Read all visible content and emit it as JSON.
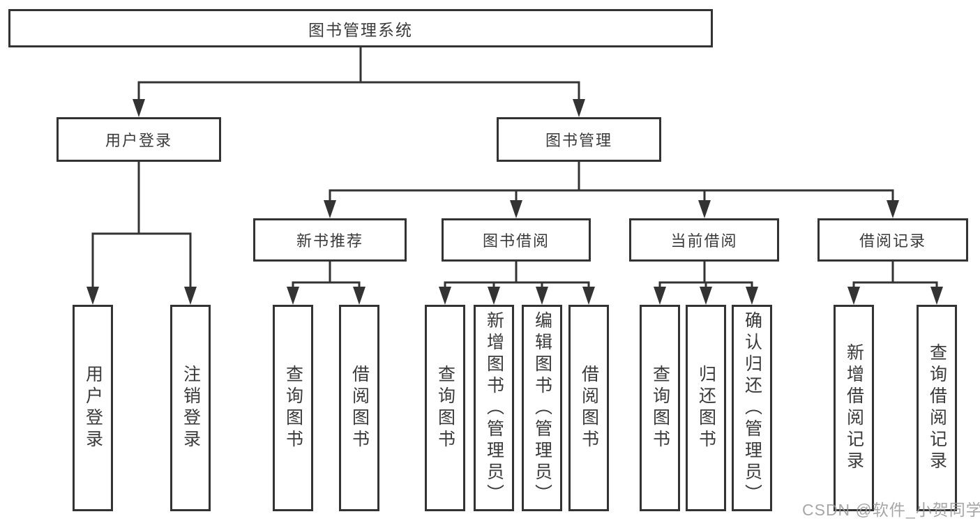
{
  "diagram": {
    "root": "图书管理系统",
    "level2": {
      "user_login": "用户登录",
      "book_mgmt": "图书管理"
    },
    "level3": {
      "new_books": "新书推荐",
      "book_borrow": "图书借阅",
      "current_borrow": "当前借阅",
      "borrow_records": "借阅记录"
    },
    "leaves": {
      "login": "用户登录",
      "logout": "注销登录",
      "nb_query": "查询图书",
      "nb_borrow": "借阅图书",
      "bb_query": "查询图书",
      "bb_add": "新增图书（管理员）",
      "bb_edit": "编辑图书（管理员）",
      "bb_borrow": "借阅图书",
      "cb_query": "查询图书",
      "cb_return": "归还图书",
      "cb_confirm": "确认归还（管理员）",
      "br_add": "新增借阅记录",
      "br_query": "查询借阅记录"
    }
  },
  "watermark": "CSDN @软件_小贺同学",
  "colors": {
    "line": "#333333",
    "text": "#3a3a3a",
    "watermark": "#969696",
    "background": "#ffffff"
  }
}
